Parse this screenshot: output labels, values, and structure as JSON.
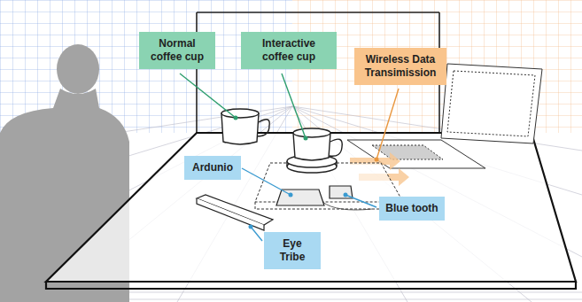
{
  "diagram": {
    "nodes": [
      {
        "text": [
          "Normal coffee cup"
        ]
      },
      {
        "text": [
          "Interactive coffee cup"
        ]
      },
      {
        "text": [
          "Wireless Data Transimission"
        ]
      },
      {
        "text": [
          "Ardunio"
        ]
      },
      {
        "text": [
          "Blue tooth"
        ]
      },
      {
        "text": [
          "Eye Tribe"
        ]
      }
    ]
  }
}
